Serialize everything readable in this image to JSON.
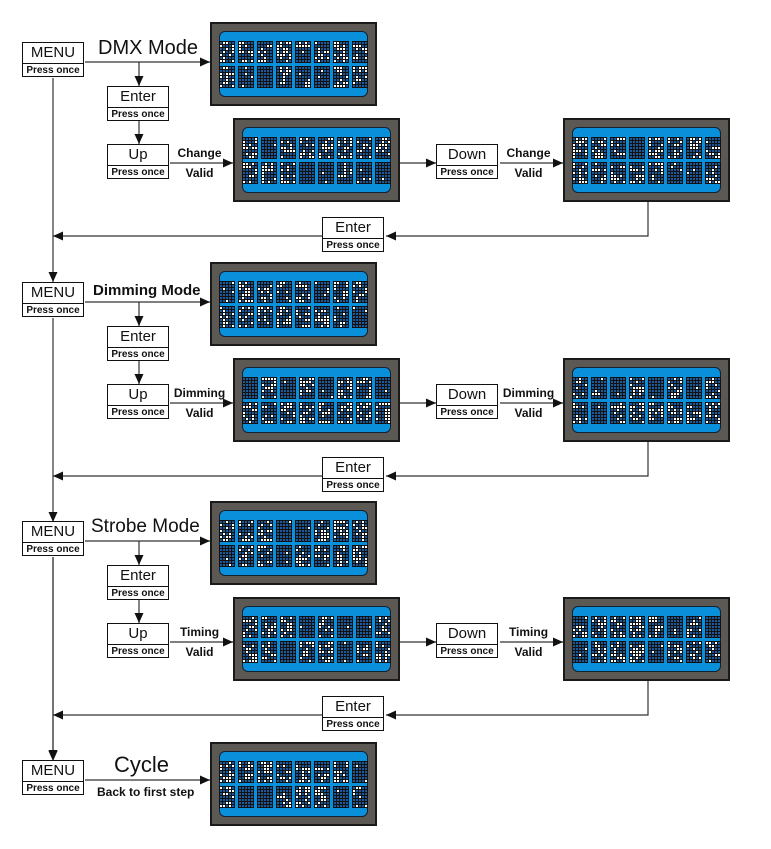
{
  "sections": [
    {
      "menu": "MENU",
      "press": "Press once",
      "title": "DMX Mode",
      "enter": "Enter",
      "up": "Up",
      "down": "Down",
      "up_action": "Change",
      "down_action": "Change",
      "valid": "Valid",
      "return_enter": "Enter"
    },
    {
      "menu": "MENU",
      "press": "Press once",
      "title": "Dimming Mode",
      "enter": "Enter",
      "up": "Up",
      "down": "Down",
      "up_action": "Dimming",
      "down_action": "Dimming",
      "valid": "Valid",
      "return_enter": "Enter"
    },
    {
      "menu": "MENU",
      "press": "Press once",
      "title": "Strobe Mode",
      "enter": "Enter",
      "up": "Up",
      "down": "Down",
      "up_action": "Timing",
      "down_action": "Timing",
      "valid": "Valid",
      "return_enter": "Enter"
    }
  ],
  "final": {
    "menu": "MENU",
    "press": "Press once",
    "title": "Cycle",
    "subtitle": "Back to first step"
  },
  "colors": {
    "lcd_frame": "#5c5955",
    "lcd_screen": "#0a90da",
    "line": "#333333"
  }
}
